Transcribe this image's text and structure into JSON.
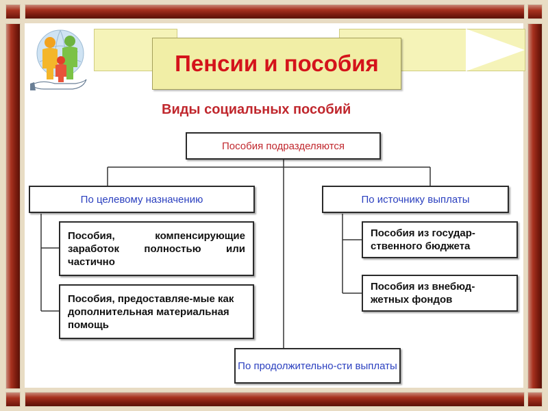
{
  "slide": {
    "title": "Пенсии и пособия",
    "subtitle": "Виды социальных пособий",
    "logo_icon": "family-hand-icon"
  },
  "diagram": {
    "root": "Пособия подразделяются",
    "groups": [
      {
        "label": "По целевому назначению",
        "items": [
          "Пособия, компенсирующие заработок полностью или частично",
          "Пособия, предоставляе-мые как дополнительная материальная помощь"
        ]
      },
      {
        "label": "По источнику выплаты",
        "items": [
          "Пособия из государ-ственного бюджета",
          "Пособия из внебюд-жетных фондов"
        ]
      },
      {
        "label": "По продолжительно-сти выплаты",
        "items": []
      }
    ]
  },
  "colors": {
    "title": "#d4131b",
    "subtitle": "#c0272d",
    "group_text": "#2a3fbf",
    "frame": "#7d1c0f",
    "banner": "#f1eea6"
  }
}
